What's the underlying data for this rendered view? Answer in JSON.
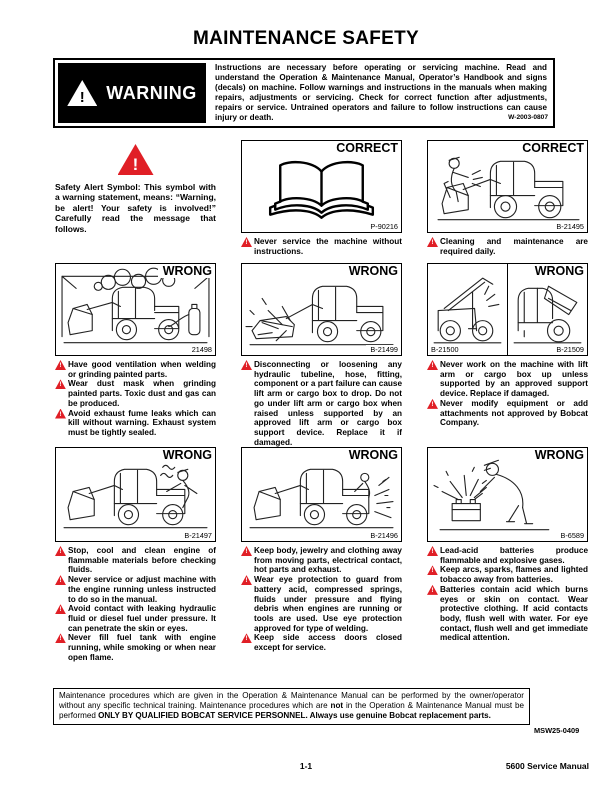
{
  "colors": {
    "alert_red": "#e01f26",
    "ink": "#000000"
  },
  "icons": {
    "alert_glyph": "!"
  },
  "page": {
    "title": "MAINTENANCE SAFETY",
    "page_number": "1-1",
    "manual_name": "5600 Service Manual",
    "form_code": "MSW25-0409"
  },
  "warning_banner": {
    "label": "WARNING",
    "text": "Instructions are necessary before operating or servicing machine. Read and understand the Operation & Maintenance Manual, Operator’s Handbook and signs (decals) on machine. Follow warnings and instructions in the manuals when making repairs, adjustments or servicing. Check for correct function after adjustments, repairs or service. Untrained operators and failure to follow instructions can cause injury or death.",
    "code": "W-2003-0807"
  },
  "safety_alert": {
    "text": "Safety Alert Symbol: This symbol with a warning statement, means: “Warning, be alert! Your safety is involved!” Carefully read the message that follows."
  },
  "panels": {
    "correct_book": {
      "header": "CORRECT",
      "code": "P-90216",
      "bullets": [
        "Never service the machine without instructions."
      ]
    },
    "correct_cleaning": {
      "header": "CORRECT",
      "code": "B-21495",
      "bullets": [
        "Cleaning and maintenance are required daily."
      ]
    },
    "wrong_ventilation": {
      "header": "WRONG",
      "code": "21498",
      "bullets": [
        "Have good ventilation when welding or grinding painted parts.",
        "Wear dust mask when grinding painted parts. Toxic dust and gas can be produced.",
        "Avoid exhaust fume leaks which can kill without warning. Exhaust system must be tightly sealed."
      ]
    },
    "wrong_hydraulic": {
      "header": "WRONG",
      "code": "B-21499",
      "bullets": [
        "Disconnecting or loosening any hydraulic tubeline, hose, fitting, component or a part failure can cause lift arm or cargo box to drop. Do not go under lift arm or cargo box when raised unless supported by an approved lift arm or cargo box support device. Replace it if damaged."
      ]
    },
    "wrong_liftarm": {
      "header": "WRONG",
      "code_left": "B-21500",
      "code_right": "B-21509",
      "bullets": [
        "Never work on the machine with lift arm or cargo box up unless supported by an approved support device. Replace if damaged.",
        "Never modify equipment or add attachments not approved by Bobcat Company."
      ]
    },
    "wrong_engine": {
      "header": "WRONG",
      "code": "B-21497",
      "bullets": [
        "Stop, cool and clean engine of flammable materials before checking fluids.",
        "Never service or adjust machine with the engine running unless instructed to do so in the manual.",
        "Avoid contact with leaking hydraulic fluid or diesel fuel under pressure. It can penetrate the skin or eyes.",
        "Never fill fuel tank with engine running, while smoking or when near open flame."
      ]
    },
    "wrong_body": {
      "header": "WRONG",
      "code": "B-21496",
      "bullets": [
        "Keep body, jewelry and clothing away from moving parts, electrical contact, hot parts and exhaust.",
        "Wear eye protection to guard from battery acid, compressed springs, fluids under pressure and flying debris when engines are running or tools are used. Use eye protection approved for type of welding.",
        "Keep side access doors closed except for service."
      ]
    },
    "wrong_battery": {
      "header": "WRONG",
      "code": "B-6589",
      "bullets": [
        "Lead-acid batteries produce flammable and explosive gases.",
        "Keep arcs, sparks, flames and lighted tobacco away from batteries.",
        "Batteries contain acid which burns eyes or skin on contact. Wear protective clothing. If acid contacts body, flush well with water. For eye contact, flush well and get immediate medical attention."
      ]
    }
  },
  "bottom_notice": {
    "seg1": "Maintenance procedures which are given in the Operation & Maintenance Manual can be performed by the owner/operator without any specific technical training. Maintenance procedures which are ",
    "bold1": "not",
    "seg2": " in the Operation & Maintenance Manual must be performed ",
    "bold2": "ONLY BY QUALIFIED BOBCAT SERVICE PERSONNEL. Always use genuine Bobcat replacement parts."
  }
}
